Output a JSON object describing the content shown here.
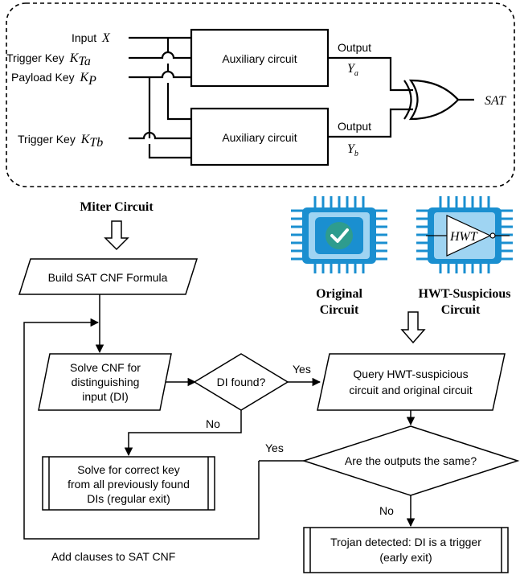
{
  "miter": {
    "input_x": "Input",
    "input_x_sym": "X",
    "trigger_a": "Trigger Key",
    "trigger_a_sym": "K",
    "trigger_a_sub": "Ta",
    "payload": "Payload Key",
    "payload_sym": "K",
    "payload_sub": "P",
    "trigger_b": "Trigger Key",
    "trigger_b_sym": "K",
    "trigger_b_sub": "Tb",
    "aux_top": "Auxiliary circuit",
    "aux_bottom": "Auxiliary circuit",
    "output_top": "Output",
    "ya_sym": "Y",
    "ya_sub": "a",
    "output_bottom": "Output",
    "yb_sym": "Y",
    "yb_sub": "b",
    "sat": "SAT",
    "caption": "Miter Circuit"
  },
  "chips": {
    "original_l1": "Original",
    "original_l2": "Circuit",
    "hwt_inner": "HWT",
    "hwt_l1": "HWT-Suspicious",
    "hwt_l2": "Circuit",
    "chip_color": "#1a8fd0",
    "chip_light": "#9fd4f2",
    "check_color": "#2e9c8e"
  },
  "flow": {
    "build": "Build SAT CNF Formula",
    "solve_l1": "Solve CNF for",
    "solve_l2": "distinguishing",
    "solve_l3": "input (DI)",
    "di_found": "DI found?",
    "yes1": "Yes",
    "no1": "No",
    "query_l1": "Query HWT-suspicious",
    "query_l2": "circuit and original circuit",
    "same": "Are the outputs the same?",
    "yes2": "Yes",
    "no2": "No",
    "regular_l1": "Solve for correct key",
    "regular_l2": "from all previously found",
    "regular_l3": "DIs (regular exit)",
    "trojan_l1": "Trojan detected: DI is a trigger",
    "trojan_l2": "(early exit)",
    "add_clauses": "Add clauses to SAT CNF"
  }
}
